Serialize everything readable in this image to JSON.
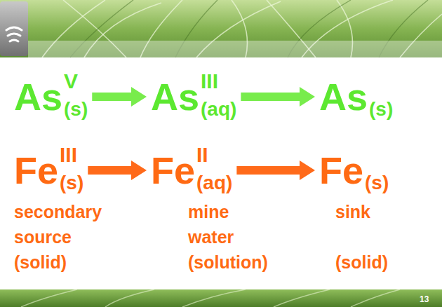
{
  "diagram": {
    "nodes": [
      {
        "text": [
          "As",
          "V",
          "(s)"
        ]
      },
      {
        "text": [
          "As",
          "III",
          "(aq)"
        ]
      },
      {
        "text": [
          "As",
          "(s)"
        ]
      },
      {
        "text": [
          "Fe",
          "III",
          "(s)"
        ]
      },
      {
        "text": [
          "Fe",
          "II",
          "(aq)"
        ]
      },
      {
        "text": [
          "Fe",
          "(s)"
        ]
      }
    ],
    "edges": [
      {
        "from": 0,
        "to": 1,
        "arrow": "to"
      },
      {
        "from": 1,
        "to": 2,
        "arrow": "to"
      },
      {
        "from": 3,
        "to": 4,
        "arrow": "to"
      },
      {
        "from": 4,
        "to": 5,
        "arrow": "to"
      }
    ],
    "labels": [
      "secondary source (solid)",
      "mine water (solution)",
      "sink",
      "(solid)",
      "13"
    ]
  }
}
